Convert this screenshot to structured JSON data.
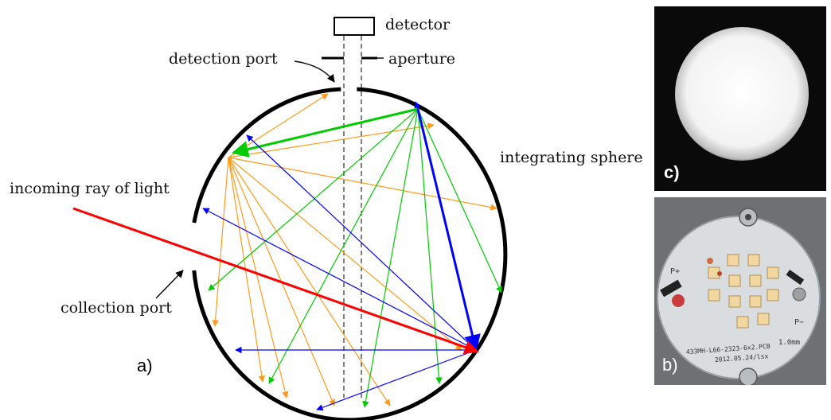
{
  "diagram": {
    "labels": {
      "detector": "detector",
      "detection_port": "detection port",
      "aperture": "aperture",
      "integrating_sphere": "integrating sphere",
      "incoming_ray": "incoming ray of light",
      "collection_port": "collection port"
    },
    "panel_a": "a)"
  },
  "photos": {
    "panel_c": "c)",
    "panel_b": "b)",
    "pcb_text": {
      "p_plus": "P+",
      "p_minus": "P−",
      "thickness": "1.0mm",
      "part_line": "433MH-L66-2323-6x2.PCB",
      "date_line": "2012.05.24/lsx"
    }
  },
  "colors": {
    "incoming_ray": "#ff0000",
    "blue_rays": "#0000ff",
    "green_rays": "#00cc00",
    "orange_rays": "#ff9a1a",
    "sphere": "#000000"
  }
}
